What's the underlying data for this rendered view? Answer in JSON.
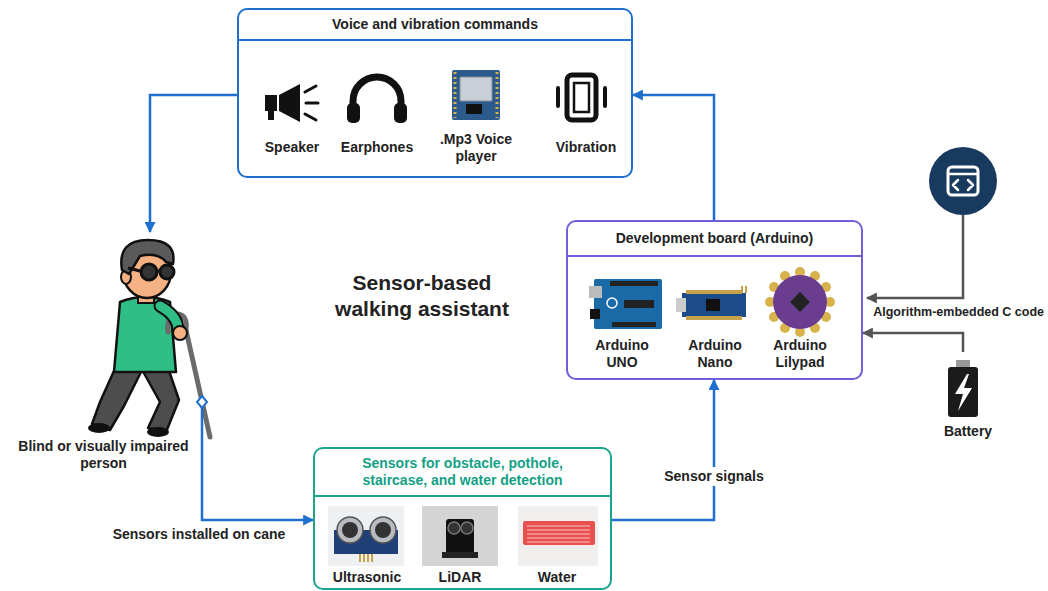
{
  "diagram": {
    "title": "Sensor-based walking assistant",
    "nodes": [
      {
        "text": [
          "Voice and vibration commands"
        ]
      },
      {
        "text": [
          "Speaker"
        ],
        "in": 0
      },
      {
        "text": [
          "Earphones"
        ],
        "in": 0
      },
      {
        "text": [
          ".Mp3 Voice player"
        ],
        "in": 0
      },
      {
        "text": [
          "Vibration"
        ],
        "in": 0
      },
      {
        "text": [
          "Blind or visually impaired person"
        ]
      },
      {
        "text": [
          "Development board (Arduino)"
        ]
      },
      {
        "text": [
          "Arduino UNO"
        ],
        "in": 6
      },
      {
        "text": [
          "Arduino Nano"
        ],
        "in": 6
      },
      {
        "text": [
          "Arduino Lilypad"
        ],
        "in": 6
      },
      {
        "text": [
          "Battery"
        ]
      },
      {
        "text": [
          "Sensors for obstacle, pothole, staircase, and water detection"
        ]
      },
      {
        "text": [
          "Ultrasonic"
        ],
        "in": 11
      },
      {
        "text": [
          "LiDAR"
        ],
        "in": 11
      },
      {
        "text": [
          "Water"
        ],
        "in": 11
      }
    ],
    "edges": [
      {
        "from": 11,
        "to": 6,
        "arrow": "to",
        "label": "Sensor signals"
      },
      {
        "from": 6,
        "to": 0,
        "arrow": "to"
      },
      {
        "from": 0,
        "to": 5,
        "arrow": "to"
      },
      {
        "from": 5,
        "to": 11,
        "arrow": "to",
        "label": "Sensors installed on cane"
      },
      {
        "from": 10,
        "to": 6,
        "arrow": "to"
      }
    ],
    "labels": [
      "Algorithm-embedded C code"
    ]
  }
}
